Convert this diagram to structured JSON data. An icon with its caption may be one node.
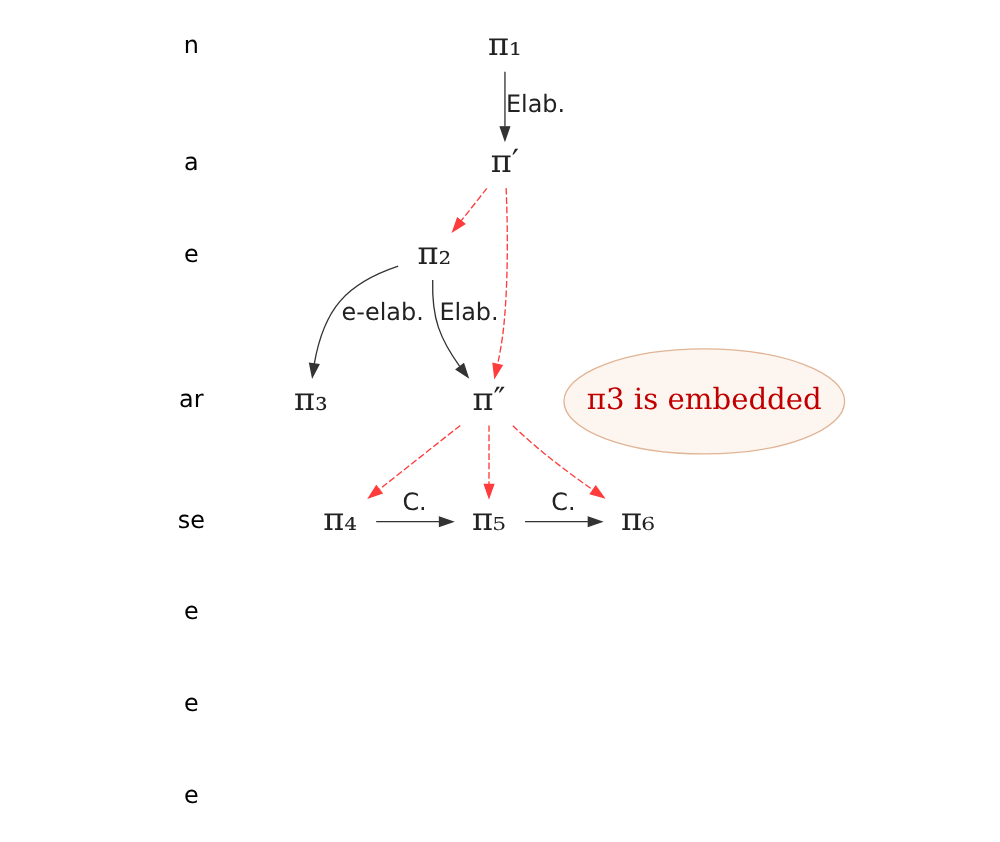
{
  "diagram": {
    "nodes": [
      {
        "text": [
          "π₁"
        ]
      },
      {
        "text": [
          "π′"
        ]
      },
      {
        "text": [
          "π₂"
        ]
      },
      {
        "text": [
          "π₃"
        ]
      },
      {
        "text": [
          "π″"
        ]
      },
      {
        "text": [
          "π₄"
        ]
      },
      {
        "text": [
          "π₅"
        ]
      },
      {
        "text": [
          "π₆"
        ]
      },
      {
        "text": [
          "π3 is embedded"
        ]
      }
    ],
    "edges": [
      {
        "from": 0,
        "to": 1,
        "arrow": "to",
        "label": "Elab."
      },
      {
        "from": 1,
        "to": 2,
        "arrow": "to",
        "style": "dashed",
        "color": "#ff3b3b"
      },
      {
        "from": 1,
        "to": 4,
        "arrow": "to",
        "style": "dashed",
        "color": "#ff3b3b"
      },
      {
        "from": 2,
        "to": 3,
        "arrow": "to",
        "label": "e-elab."
      },
      {
        "from": 2,
        "to": 4,
        "arrow": "to",
        "label": "Elab."
      },
      {
        "from": 4,
        "to": 5,
        "arrow": "to",
        "style": "dashed",
        "color": "#ff3b3b"
      },
      {
        "from": 4,
        "to": 6,
        "arrow": "to",
        "style": "dashed",
        "color": "#ff3b3b"
      },
      {
        "from": 4,
        "to": 7,
        "arrow": "to",
        "style": "dashed",
        "color": "#ff3b3b"
      },
      {
        "from": 5,
        "to": 6,
        "arrow": "to",
        "label": "C."
      },
      {
        "from": 6,
        "to": 7,
        "arrow": "to",
        "label": "C."
      }
    ],
    "labels": [
      "n",
      "a",
      "e",
      "ar",
      "se",
      "e",
      "e",
      "e"
    ]
  }
}
